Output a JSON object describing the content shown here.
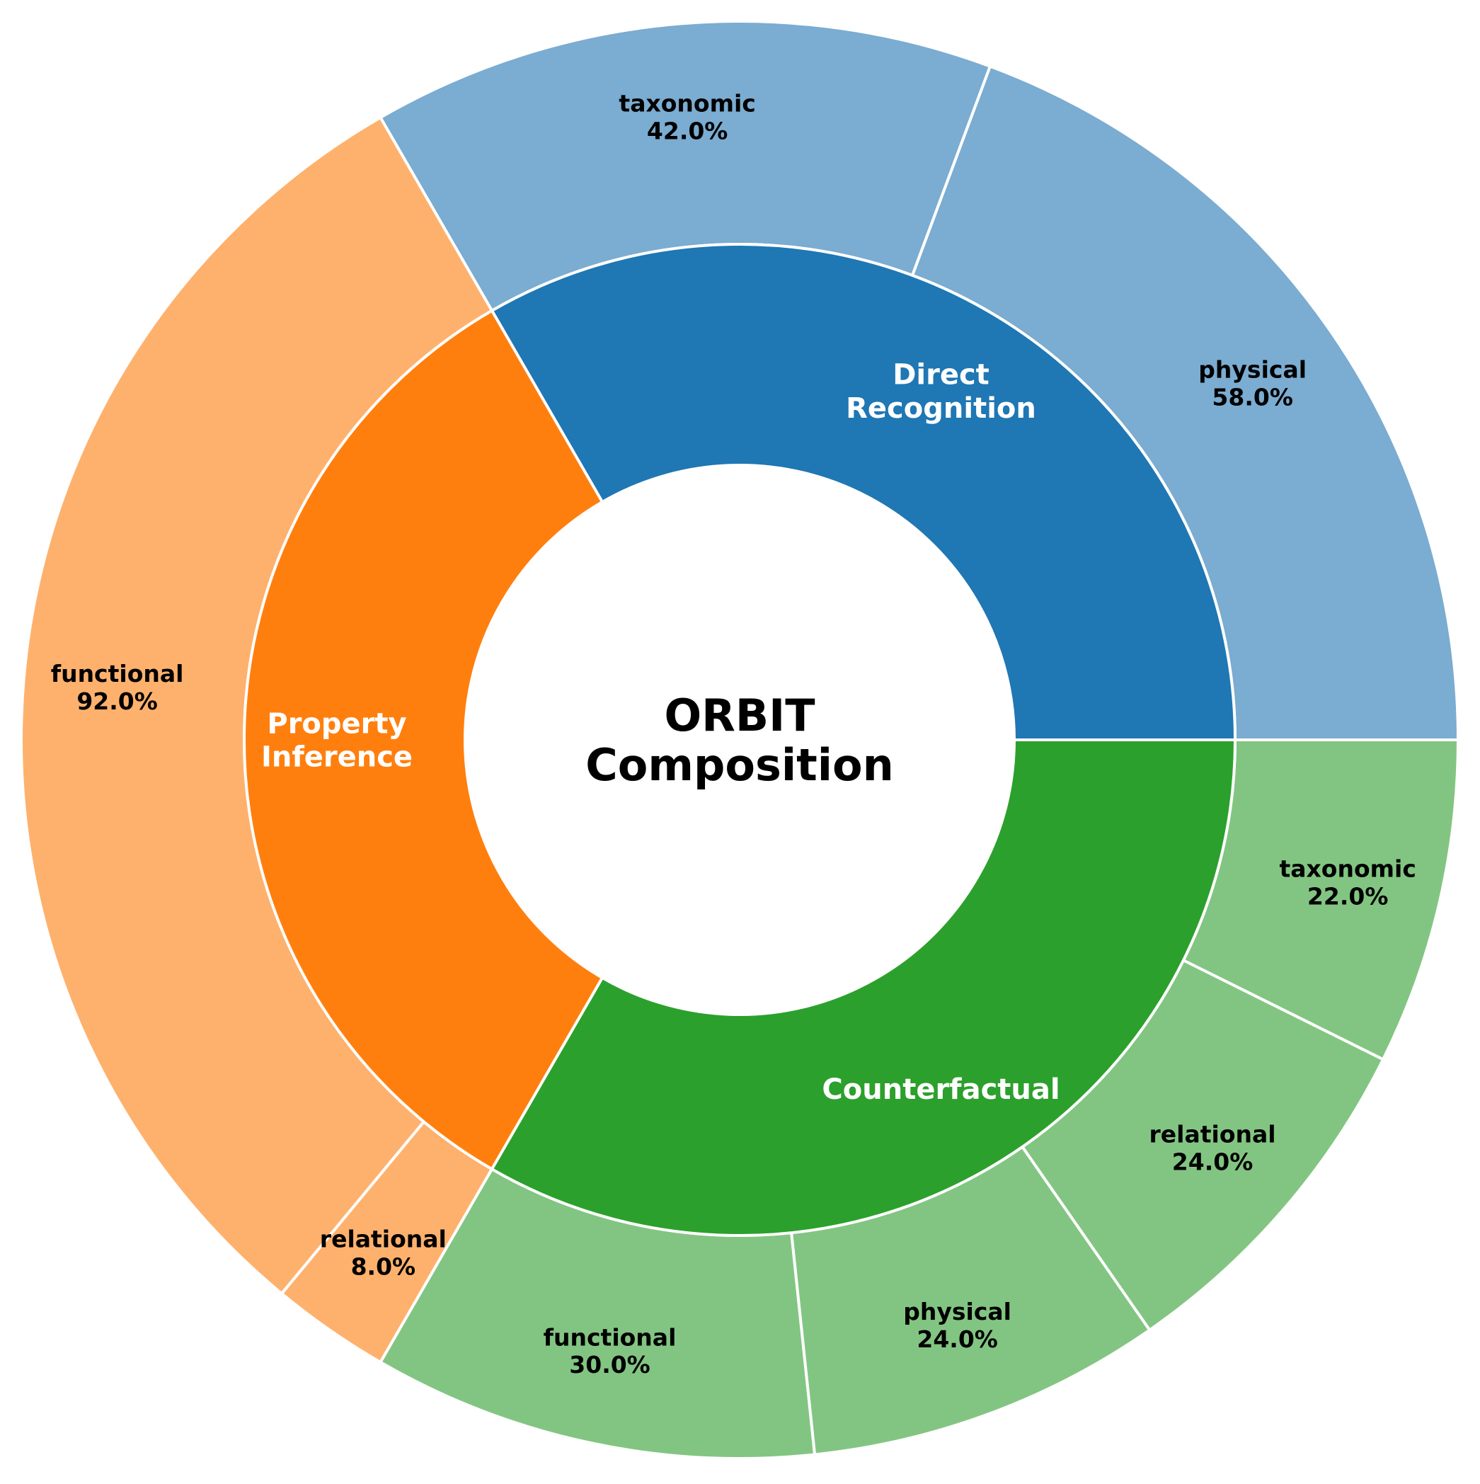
{
  "chart_data": {
    "type": "pie",
    "variant": "sunburst",
    "title_lines": [
      "ORBIT",
      "Composition"
    ],
    "start_angle_deg": 0,
    "direction": "counterclockwise",
    "inner_ring": [
      {
        "label": "Direct Recognition",
        "label_lines": [
          "Direct",
          "Recognition"
        ],
        "share": 33.33,
        "color": "#1f77b4"
      },
      {
        "label": "Property Inference",
        "label_lines": [
          "Property",
          "Inference"
        ],
        "share": 33.33,
        "color": "#ff7f0e"
      },
      {
        "label": "Counterfactual",
        "label_lines": [
          "Counterfactual"
        ],
        "share": 33.33,
        "color": "#2ca02c"
      }
    ],
    "outer_ring": [
      {
        "parent": "Direct Recognition",
        "label": "physical",
        "percent_label": "58.0%",
        "value": 58.0,
        "color": "#7bacd1"
      },
      {
        "parent": "Direct Recognition",
        "label": "taxonomic",
        "percent_label": "42.0%",
        "value": 42.0,
        "color": "#7bacd1"
      },
      {
        "parent": "Property Inference",
        "label": "functional",
        "percent_label": "92.0%",
        "value": 92.0,
        "color": "#feb16d"
      },
      {
        "parent": "Property Inference",
        "label": "relational",
        "percent_label": "8.0%",
        "value": 8.0,
        "color": "#feb16d"
      },
      {
        "parent": "Counterfactual",
        "label": "functional",
        "percent_label": "30.0%",
        "value": 30.0,
        "color": "#82c582"
      },
      {
        "parent": "Counterfactual",
        "label": "physical",
        "percent_label": "24.0%",
        "value": 24.0,
        "color": "#82c582"
      },
      {
        "parent": "Counterfactual",
        "label": "relational",
        "percent_label": "24.0%",
        "value": 24.0,
        "color": "#82c582"
      },
      {
        "parent": "Counterfactual",
        "label": "taxonomic",
        "percent_label": "22.0%",
        "value": 22.0,
        "color": "#82c582"
      }
    ],
    "inner_label_color": "#ffffff",
    "outer_label_color": "#000000",
    "edge_color": "#ffffff"
  }
}
